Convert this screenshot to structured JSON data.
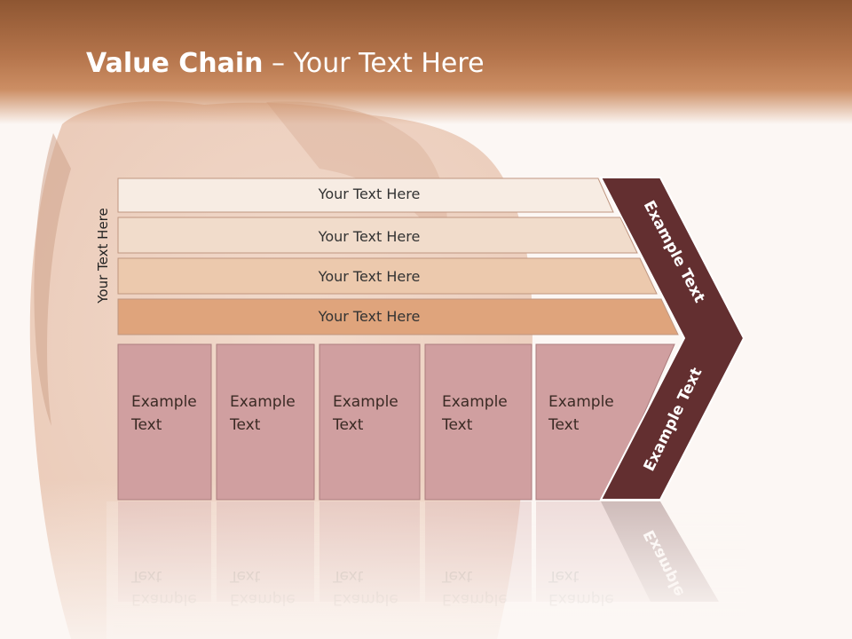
{
  "title": {
    "bold_part": "Value Chain",
    "regular_part": " – Your Text Here"
  },
  "side_label": "Your Text Here",
  "support_rows": [
    {
      "label": "Your Text Here",
      "color": "#f7ece3"
    },
    {
      "label": "Your Text Here",
      "color": "#f1dccb"
    },
    {
      "label": "Your Text Here",
      "color": "#ecc9ad"
    },
    {
      "label": "Your Text Here",
      "color": "#dfa47c"
    }
  ],
  "primary_boxes": [
    {
      "line1": "Example",
      "line2": "Text"
    },
    {
      "line1": "Example",
      "line2": "Text"
    },
    {
      "line1": "Example",
      "line2": "Text"
    },
    {
      "line1": "Example",
      "line2": "Text"
    },
    {
      "line1": "Example",
      "line2": "Text"
    }
  ],
  "margin_labels": {
    "upper": "Example Text",
    "lower": "Example Text"
  },
  "colors": {
    "header": "#b4744b",
    "primary_box": "#d09fa0",
    "margin_arrow": "#632f30",
    "title_text": "#ffffff",
    "body_text": "#3a2a24"
  }
}
